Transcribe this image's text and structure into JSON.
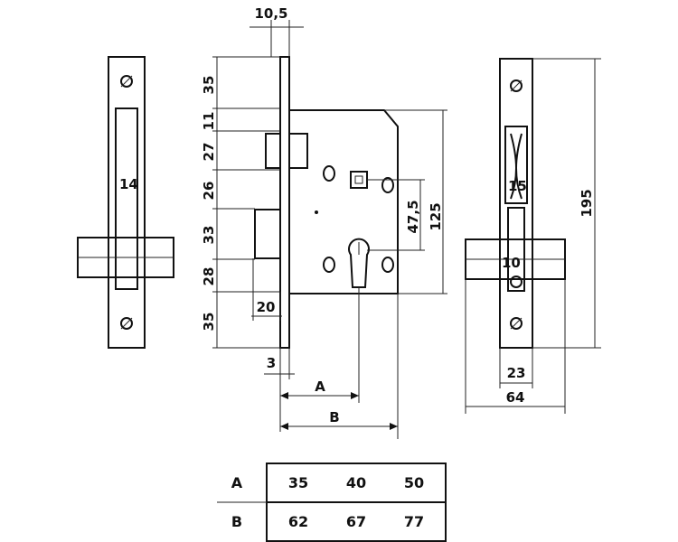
{
  "dimensions": {
    "top_width": "10,5",
    "heights": [
      "35",
      "11",
      "27",
      "26",
      "33",
      "28",
      "35"
    ],
    "bolt_width": "20",
    "front_offset": "3",
    "label_a": "A",
    "label_b": "B",
    "cylinder_distance": "47,5",
    "case_height": "125",
    "total_height": "195",
    "side_left_14": "14",
    "side_right_15": "15",
    "side_right_10": "10",
    "faceplate_width": "23",
    "total_depth": "64"
  },
  "table": {
    "rows": [
      {
        "label": "A",
        "values": [
          "35",
          "40",
          "50"
        ]
      },
      {
        "label": "B",
        "values": [
          "62",
          "67",
          "77"
        ]
      }
    ]
  }
}
